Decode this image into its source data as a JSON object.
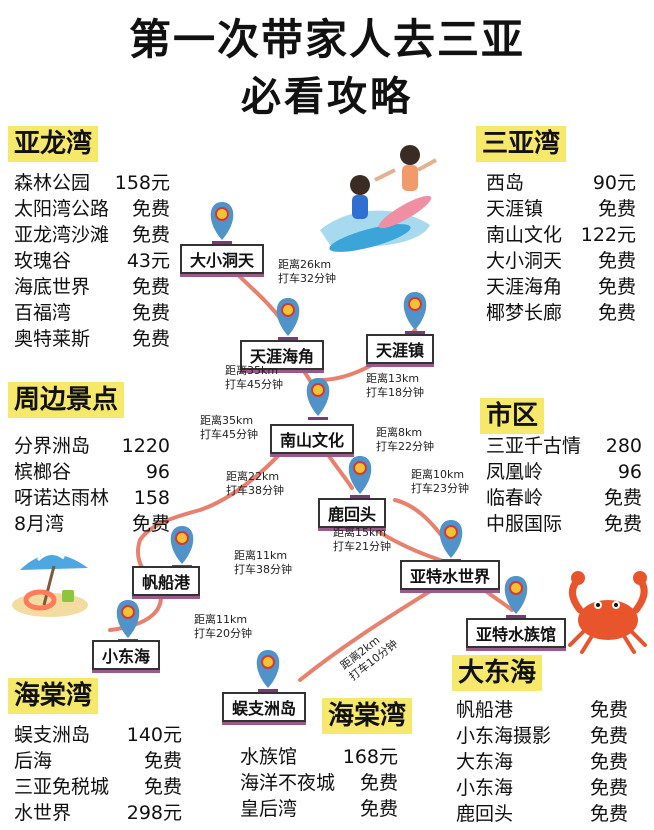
{
  "title": {
    "line1": "第一次带家人去三亚",
    "line2": "必看攻略"
  },
  "sections": {
    "yalong": {
      "heading": "亚龙湾",
      "items": [
        {
          "name": "森林公园",
          "price": "158元"
        },
        {
          "name": "太阳湾公路",
          "price": "免费"
        },
        {
          "name": "亚龙湾沙滩",
          "price": "免费"
        },
        {
          "name": "玫瑰谷",
          "price": "43元"
        },
        {
          "name": "海底世界",
          "price": "免费"
        },
        {
          "name": "百福湾",
          "price": "免费"
        },
        {
          "name": "奥特莱斯",
          "price": "免费"
        }
      ]
    },
    "sanya_bay": {
      "heading": "三亚湾",
      "items": [
        {
          "name": "西岛",
          "price": "90元"
        },
        {
          "name": "天涯镇",
          "price": "免费"
        },
        {
          "name": "南山文化",
          "price": "122元"
        },
        {
          "name": "大小洞天",
          "price": "免费"
        },
        {
          "name": "天涯海角",
          "price": "免费"
        },
        {
          "name": "椰梦长廊",
          "price": "免费"
        }
      ]
    },
    "nearby": {
      "heading": "周边景点",
      "items": [
        {
          "name": "分界洲岛",
          "price": "1220"
        },
        {
          "name": "槟榔谷",
          "price": "96"
        },
        {
          "name": "呀诺达雨林",
          "price": "158"
        },
        {
          "name": "8月湾",
          "price": "免费"
        }
      ]
    },
    "city": {
      "heading": "市区",
      "items": [
        {
          "name": "三亚千古情",
          "price": "280"
        },
        {
          "name": "凤凰岭",
          "price": "96"
        },
        {
          "name": "临春岭",
          "price": "免费"
        },
        {
          "name": "中服国际",
          "price": "免费"
        }
      ]
    },
    "dadonghai": {
      "heading": "大东海",
      "items": [
        {
          "name": "帆船港",
          "price": "免费"
        },
        {
          "name": "小东海摄影",
          "price": "免费"
        },
        {
          "name": "大东海",
          "price": "免费"
        },
        {
          "name": "小东海",
          "price": "免费"
        },
        {
          "name": "鹿回头",
          "price": "免费"
        }
      ]
    },
    "haitang_left": {
      "heading": "海棠湾",
      "items": [
        {
          "name": "蜈支洲岛",
          "price": "140元"
        },
        {
          "name": "后海",
          "price": "免费"
        },
        {
          "name": "三亚免税城",
          "price": "免费"
        },
        {
          "name": "水世界",
          "price": "298元"
        }
      ]
    },
    "haitang_mid": {
      "heading": "海棠湾",
      "items": [
        {
          "name": "水族馆",
          "price": "168元"
        },
        {
          "name": "海洋不夜城",
          "price": "免费"
        },
        {
          "name": "皇后湾",
          "price": "免费"
        }
      ]
    }
  },
  "map": {
    "places": {
      "daxiaodongtian": "大小洞天",
      "tianyahaijiao": "天涯海角",
      "tianyazhen": "天涯镇",
      "nanshan": "南山文化",
      "luhuitou": "鹿回头",
      "fanchuangang": "帆船港",
      "xiaodonghai": "小东海",
      "yate_water_world": "亚特水世界",
      "yate_aquarium": "亚特水族馆",
      "wuzhizhou": "蜈支洲岛"
    },
    "distances": {
      "d1": {
        "km": "距离26km",
        "taxi": "打车32分钟"
      },
      "d2": {
        "km": "距离35km",
        "taxi": "打车45分钟"
      },
      "d3": {
        "km": "距离13km",
        "taxi": "打车18分钟"
      },
      "d4": {
        "km": "距离35km",
        "taxi": "打车45分钟"
      },
      "d5": {
        "km": "距离8km",
        "taxi": "打车22分钟"
      },
      "d6": {
        "km": "距离22km",
        "taxi": "打车38分钟"
      },
      "d7": {
        "km": "距离10km",
        "taxi": "打车23分钟"
      },
      "d8": {
        "km": "距离15km",
        "taxi": "打车21分钟"
      },
      "d9": {
        "km": "距离11km",
        "taxi": "打车38分钟"
      },
      "d10": {
        "km": "距离11km",
        "taxi": "打车20分钟"
      },
      "d11": {
        "km": "距离2km",
        "taxi": "打车10分钟"
      }
    },
    "colors": {
      "route": "#e8806e",
      "pin": "#4f93c9",
      "pin_dot": "#f1c232",
      "pin_ring": "#d23a3a",
      "highlight": "#f6e86a"
    }
  }
}
